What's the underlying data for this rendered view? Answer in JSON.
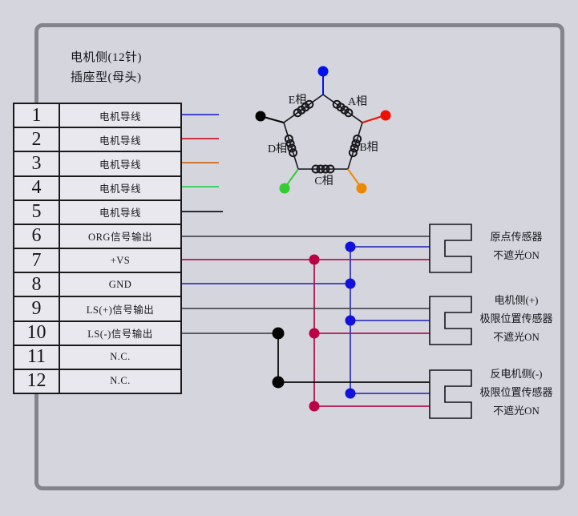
{
  "colors": {
    "page_bg": "#d5d5de",
    "frame_border": "#84848c",
    "table_bg": "#e8e8ee",
    "table_border": "#1a1a1a",
    "text": "#15151a",
    "diagram_line": "#15151a",
    "wire_gray": "#4a4a55",
    "wire_crimson": "#b01550",
    "wire_blue": "#3737bb",
    "wire_black": "#0a0a0a",
    "dot_crimson": "#bb0044",
    "dot_blue": "#1111dd",
    "dot_black": "#050505",
    "lead_blue": "#0011ee",
    "lead_red": "#ee1100",
    "lead_black": "#050505",
    "lead_green": "#33cc33",
    "lead_orange": "#ee8800"
  },
  "header": {
    "line1": "电机侧(12针)",
    "line2": "插座型(母头)"
  },
  "connector_table": {
    "rows": [
      {
        "pin": "1",
        "label": "电机导线",
        "wire_color": "#4444cc"
      },
      {
        "pin": "2",
        "label": "电机导线",
        "wire_color": "#cc3344"
      },
      {
        "pin": "3",
        "label": "电机导线",
        "wire_color": "#cc7733"
      },
      {
        "pin": "4",
        "label": "电机导线",
        "wire_color": "#44cc66"
      },
      {
        "pin": "5",
        "label": "电机导线",
        "wire_color": "#2a2a33"
      },
      {
        "pin": "6",
        "label": "ORG信号输出",
        "wire_color": "#4a4a55"
      },
      {
        "pin": "7",
        "label": "+VS",
        "wire_color": "#b01550"
      },
      {
        "pin": "8",
        "label": "GND",
        "wire_color": "#3737bb"
      },
      {
        "pin": "9",
        "label": "LS(+)信号输出",
        "wire_color": "#4a4a55"
      },
      {
        "pin": "10",
        "label": "LS(-)信号输出",
        "wire_color": "#4a4a55"
      },
      {
        "pin": "11",
        "label": "N.C.",
        "wire_color": null
      },
      {
        "pin": "12",
        "label": "N.C.",
        "wire_color": null
      }
    ]
  },
  "pentagon": {
    "phases": [
      {
        "label": "A相"
      },
      {
        "label": "B相"
      },
      {
        "label": "C相"
      },
      {
        "label": "D相"
      },
      {
        "label": "E相"
      }
    ]
  },
  "sensors": [
    {
      "lines": [
        "原点传感器",
        "不遮光ON"
      ]
    },
    {
      "lines": [
        "电机侧(+)",
        "极限位置传感器",
        "不遮光ON"
      ]
    },
    {
      "lines": [
        "反电机侧(-)",
        "极限位置传感器",
        "不遮光ON"
      ]
    }
  ]
}
